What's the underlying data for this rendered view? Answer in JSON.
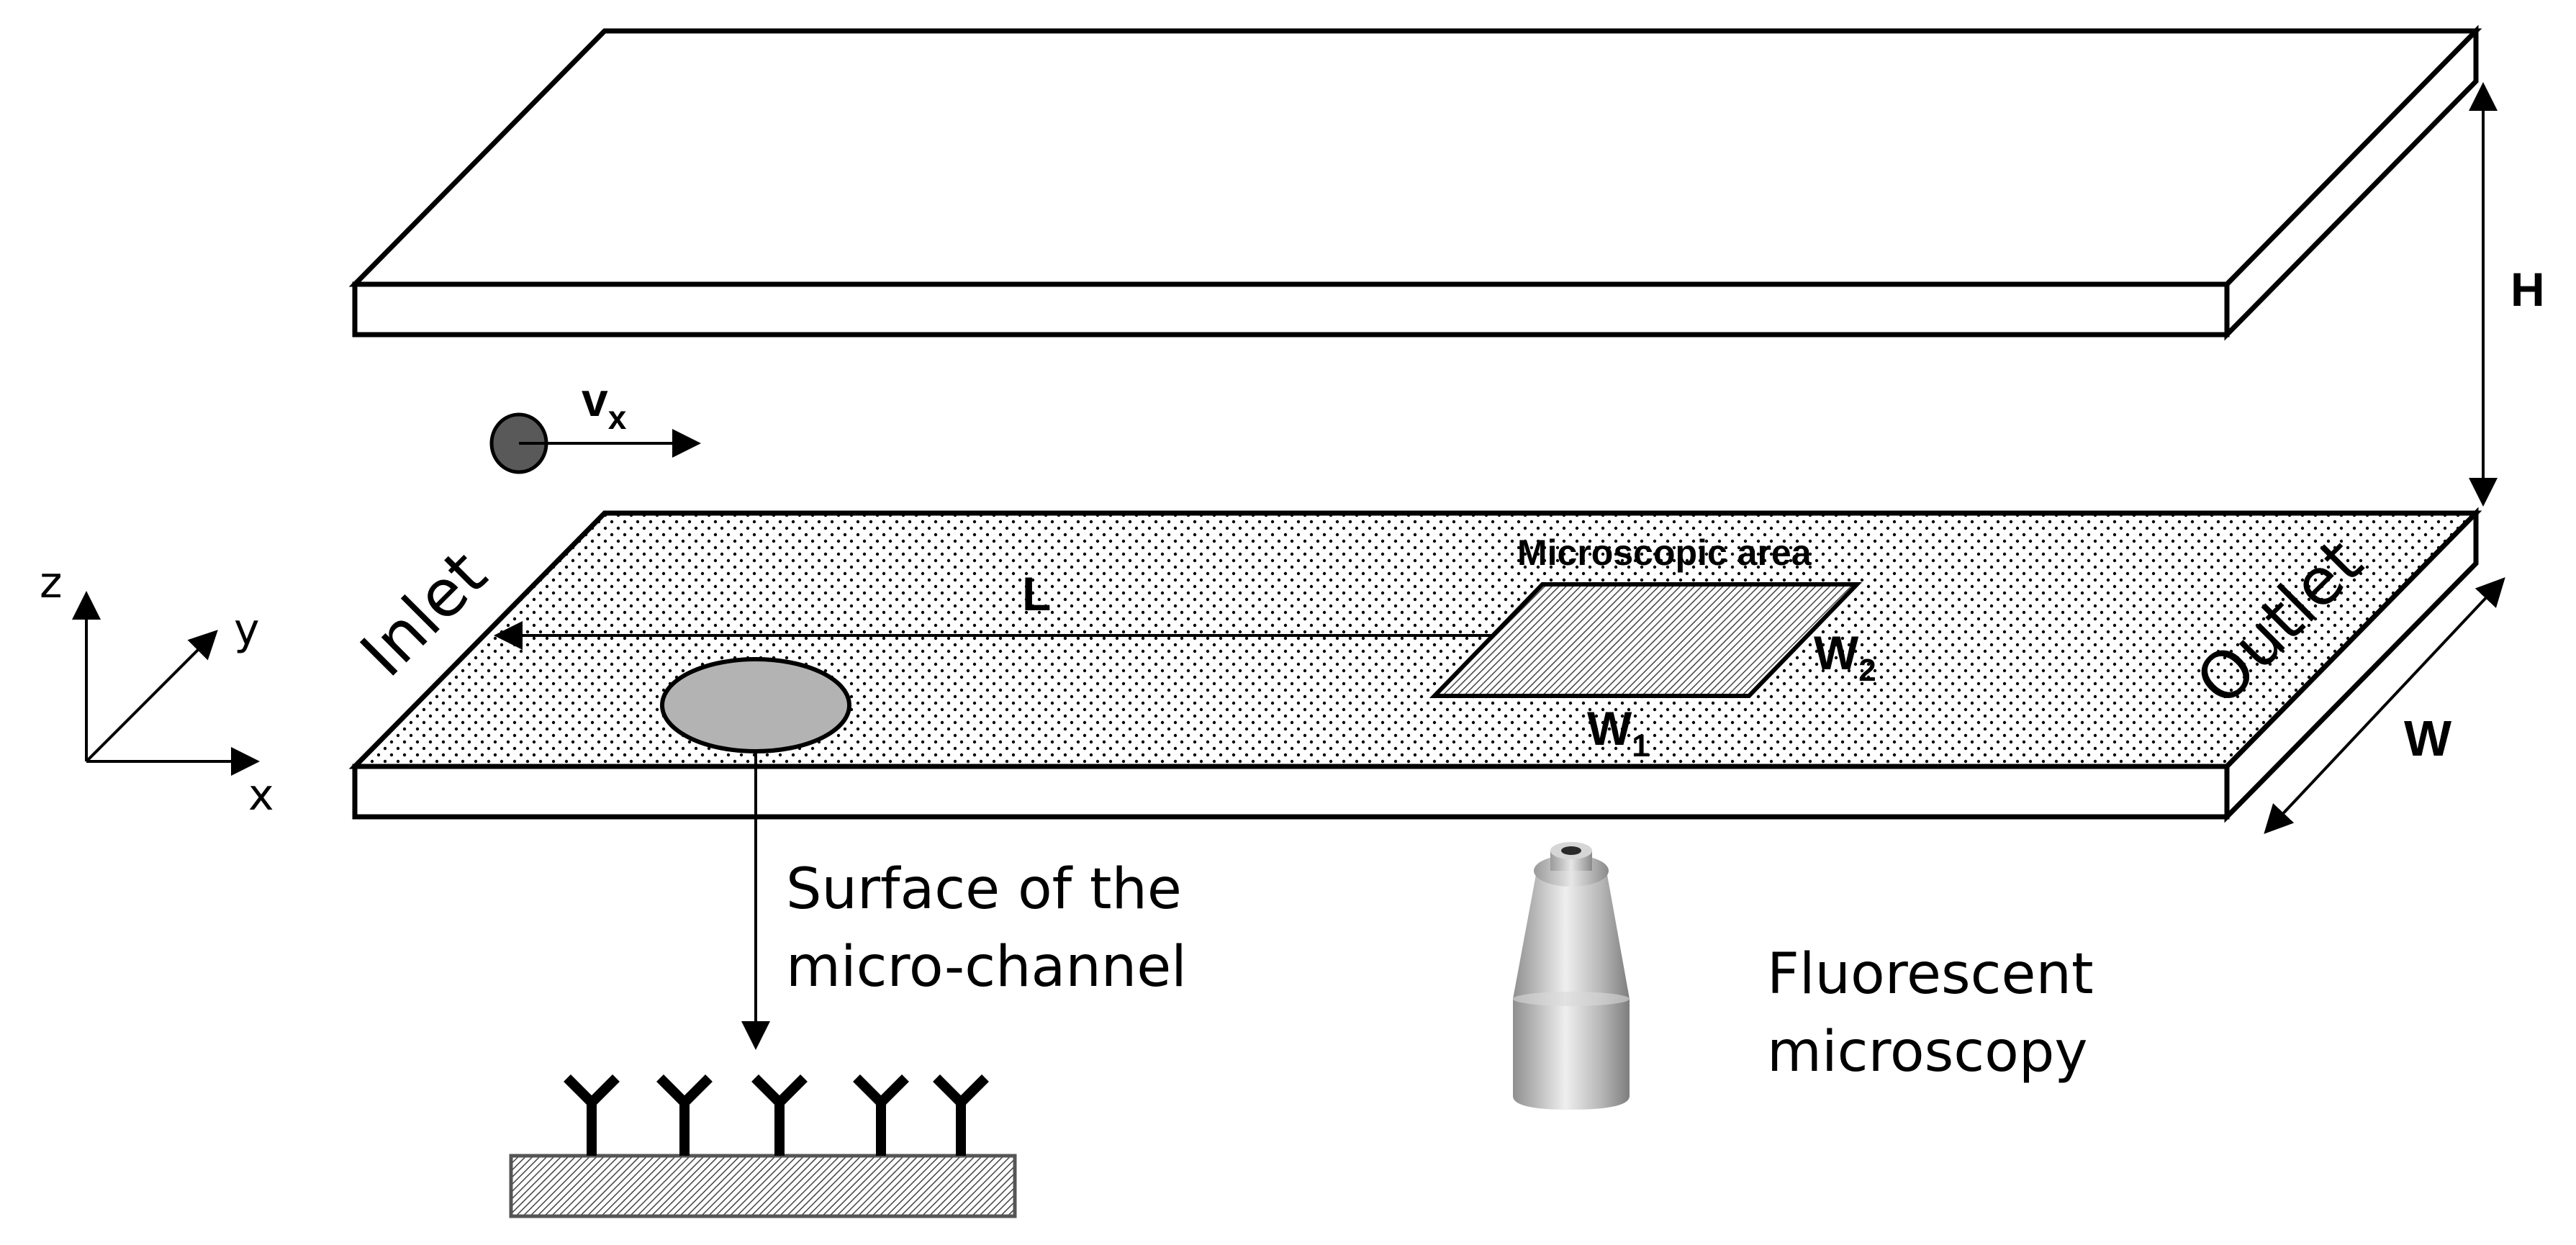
{
  "labels": {
    "axis_z": "z",
    "axis_y": "y",
    "axis_x": "x",
    "velocity_main": "v",
    "velocity_sub": "x",
    "height": "H",
    "width": "W",
    "length": "L",
    "inlet": "Inlet",
    "outlet": "Outlet",
    "microscopic_area": "Microscopic area",
    "w1_main": "W",
    "w1_sub": "1",
    "w2_main": "W",
    "w2_sub": "2",
    "surface_line1": "Surface of the",
    "surface_line2": "micro-channel",
    "microscope_line1": "Fluorescent",
    "microscope_line2": "microscopy"
  },
  "colors": {
    "stroke": "#000000",
    "particle": "#595959",
    "spot": "#b3b3b3",
    "substrate_hatch": "#555555",
    "microscope_light": "#ededed",
    "microscope_dark": "#8c8c8c"
  },
  "antibody_count": 5
}
